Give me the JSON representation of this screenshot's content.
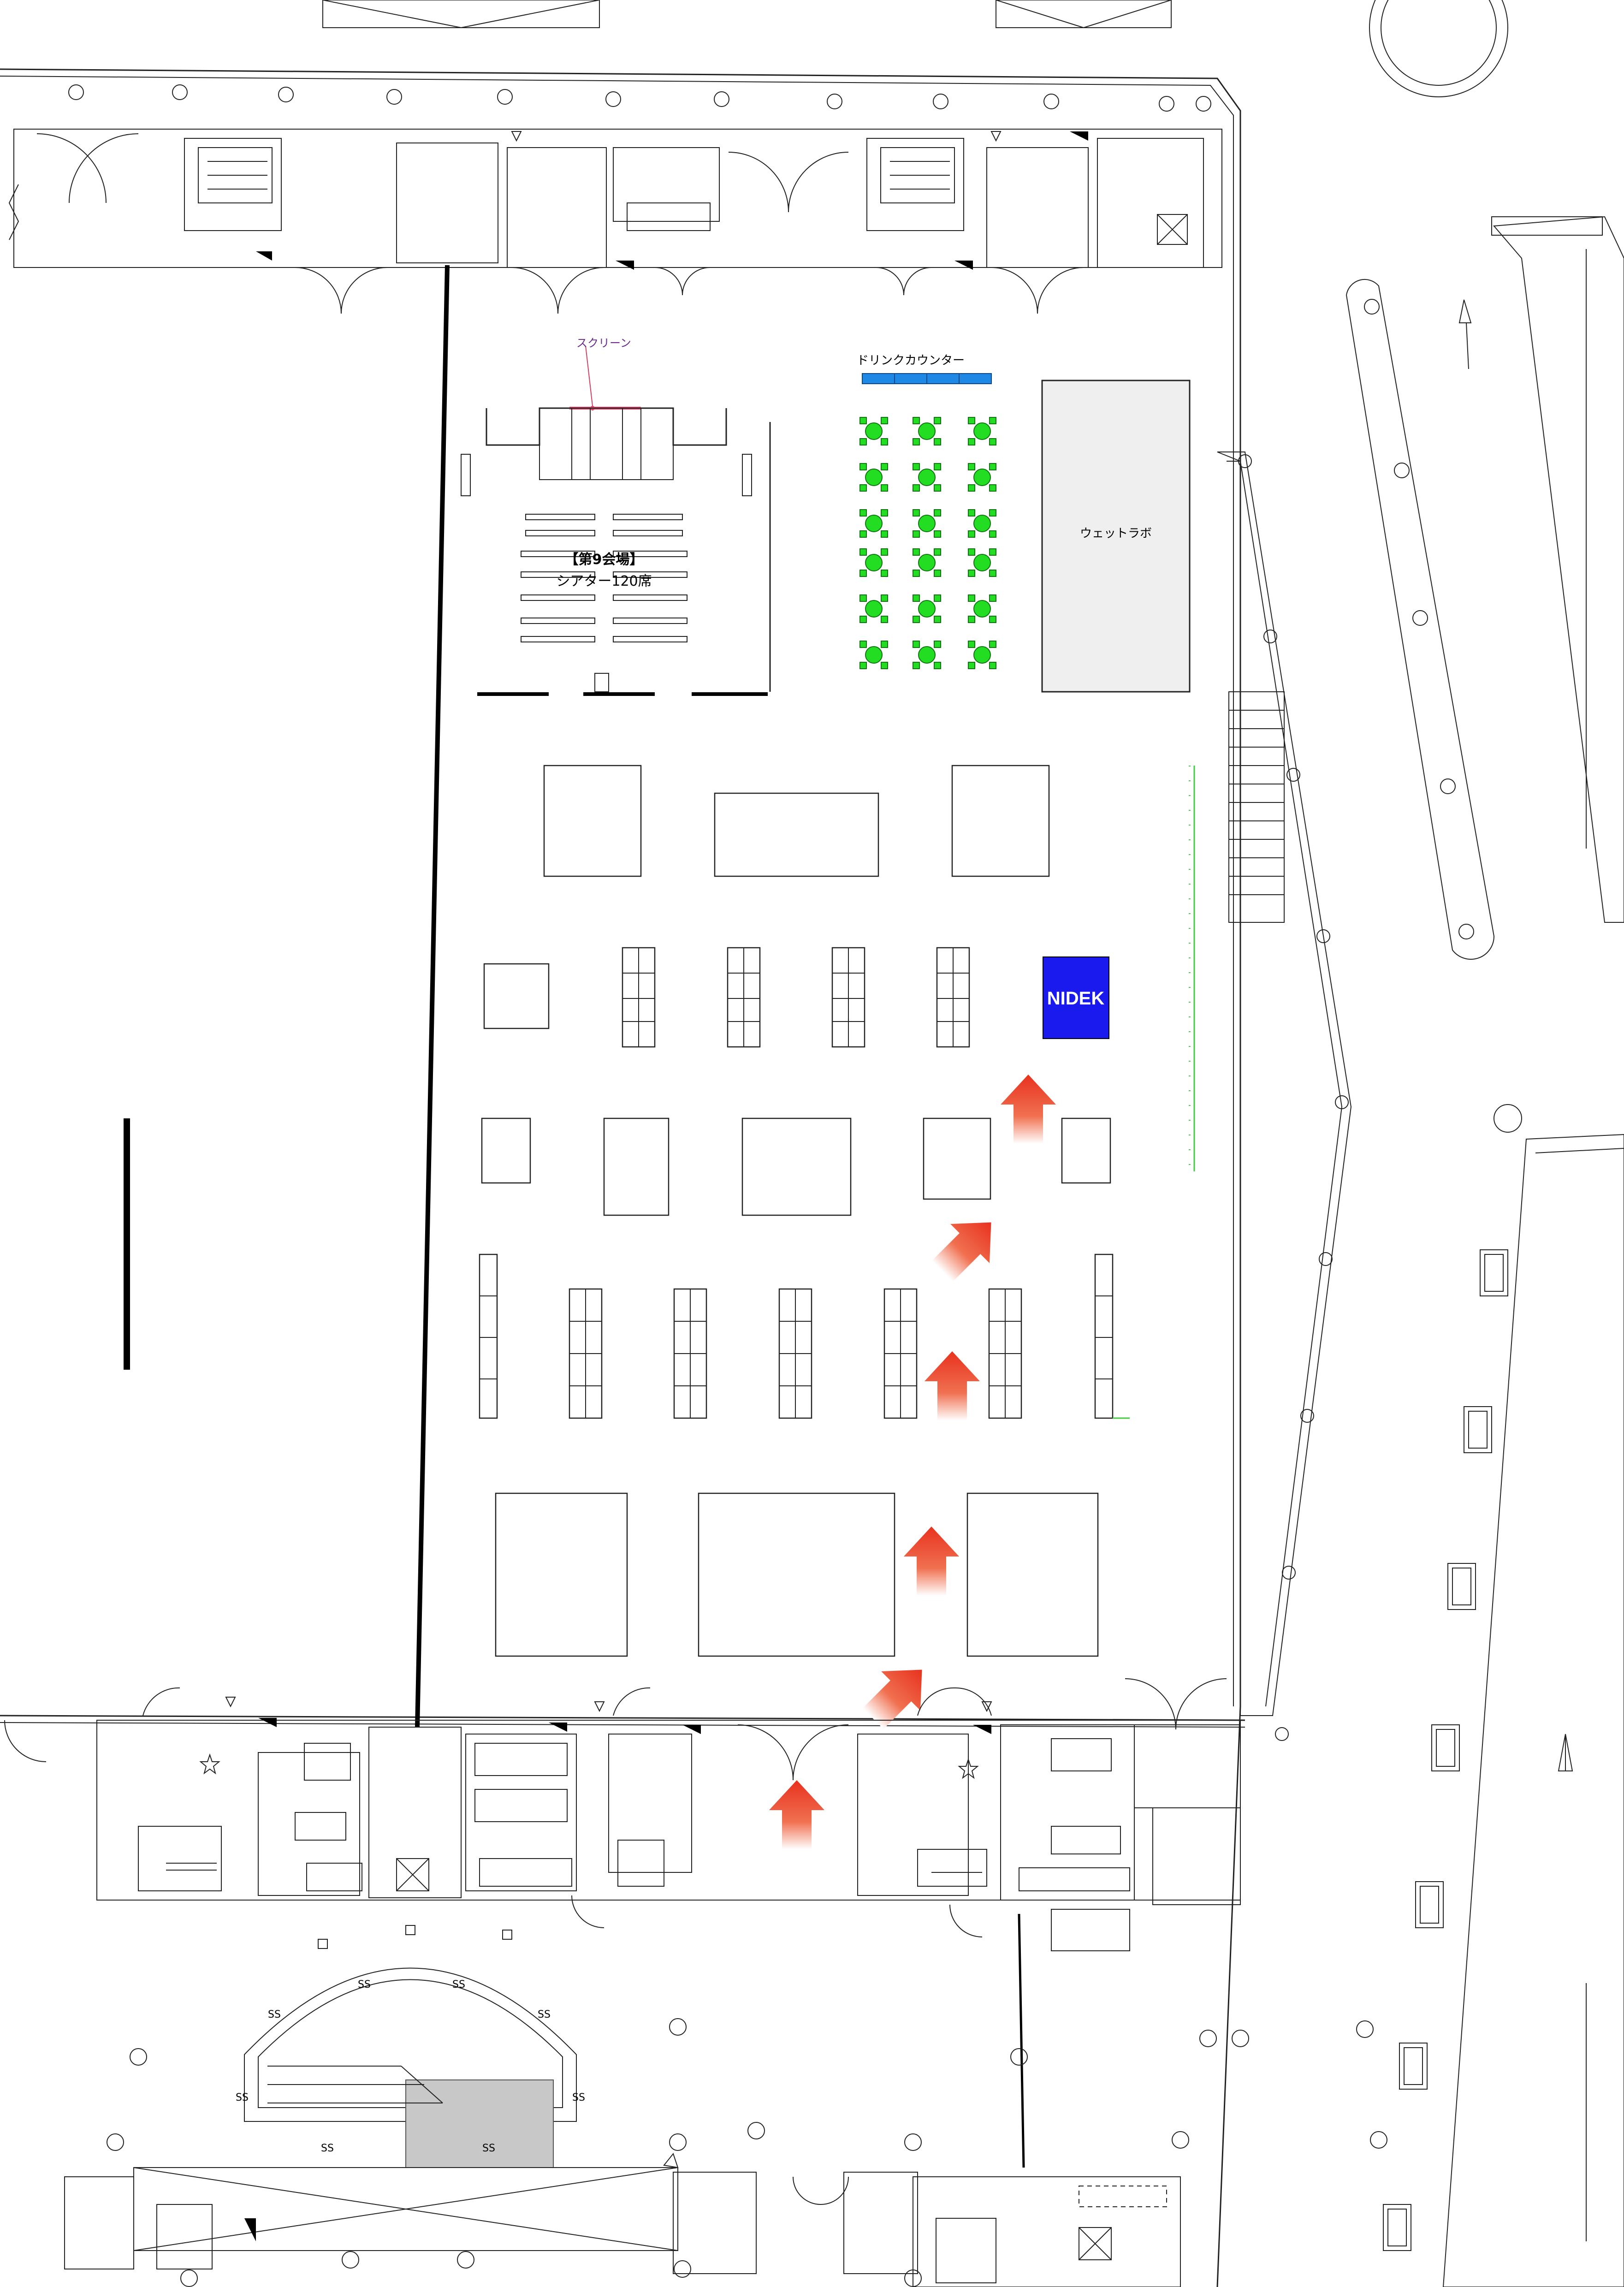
{
  "labels": {
    "screen": "スクリーン",
    "drink_counter": "ドリンクカウンター",
    "wet_lab": "ウェットラボ",
    "hall_name": "【第9会場】",
    "hall_capacity": "シアター120席",
    "nidek": "NIDEK",
    "ss": "SS"
  },
  "colors": {
    "nidek_booth": "#1a1aee",
    "drink_counter": "#1e88e5",
    "table_green": "#22dd22",
    "arrow_red": "#e8321e",
    "wet_lab_fill": "#efefef",
    "screen_line": "#d04060",
    "green_rail": "#44cc44"
  },
  "icons": [
    "red-arrow-icon",
    "green-table-icon",
    "elevator-icon",
    "stair-icon"
  ]
}
